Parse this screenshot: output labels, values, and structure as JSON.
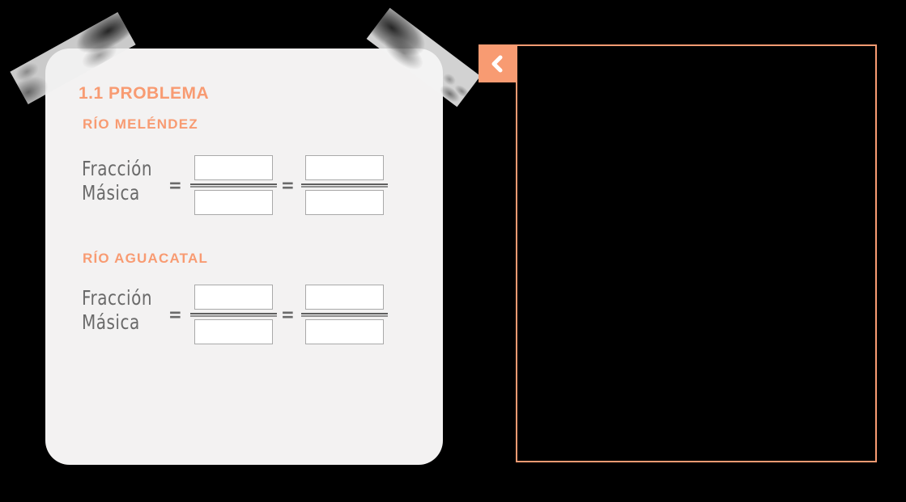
{
  "window": {
    "background_color": "#000000"
  },
  "note_card": {
    "title": "1.1 PROBLEMA",
    "sections": [
      {
        "heading": "RÍO MELÉNDEZ",
        "label_line1": "Fracción",
        "label_line2": "Másica",
        "equals": "=",
        "numerator_1": "",
        "denominator_1": "",
        "numerator_2": "",
        "denominator_2": ""
      },
      {
        "heading": "RÍO AGUACATAL",
        "label_line1": "Fracción",
        "label_line2": "Másica",
        "equals": "=",
        "numerator_1": "",
        "denominator_1": "",
        "numerator_2": "",
        "denominator_2": ""
      }
    ]
  },
  "side_panel": {
    "back_button_icon": "chevron-left"
  },
  "colors": {
    "accent_orange": "#f89b72",
    "card_background": "#f3f2f2",
    "handwriting_gray": "#6a6a6a",
    "box_border_gray": "#a9a9a9"
  }
}
